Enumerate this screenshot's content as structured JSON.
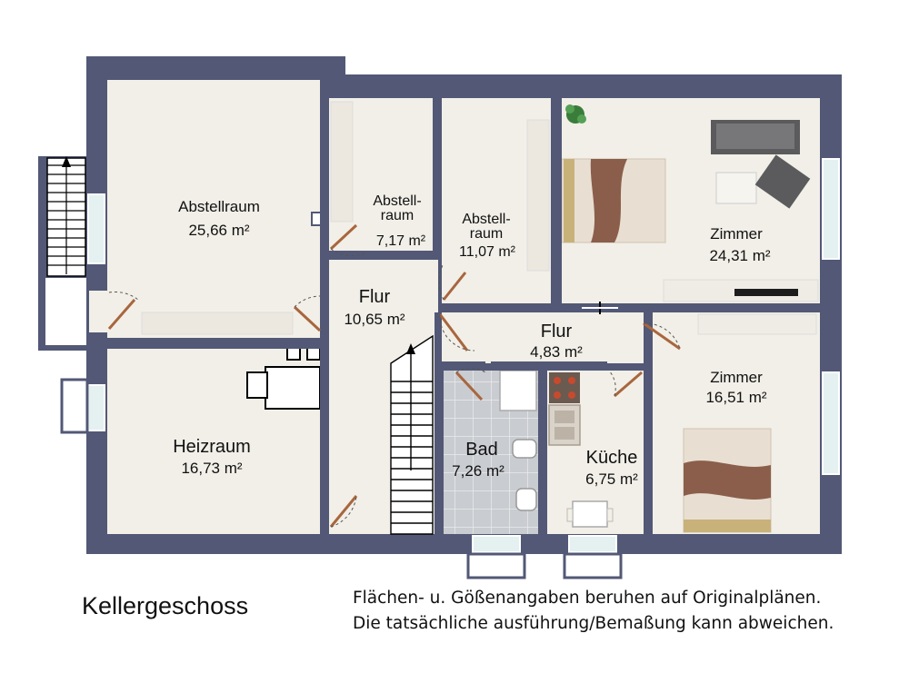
{
  "floor_name": "Kellergeschoss",
  "note": {
    "line1": "Flächen- u. Gößenangaben beruhen auf Originalplänen.",
    "line2": "Die tatsächliche ausführung/Bemaßung kann abweichen."
  },
  "colors": {
    "wall": "#525876",
    "floor": "#f1efe7",
    "bathroom_tiles": "#c9ccd0",
    "window": "#e4f1f0"
  },
  "rooms": {
    "abstellraum_1": {
      "name": "Abstellraum",
      "area": "25,66 m²"
    },
    "abstellraum_2": {
      "name_line1": "Abstell-",
      "name_line2": "raum",
      "area": "7,17 m²"
    },
    "abstellraum_3": {
      "name_line1": "Abstell-",
      "name_line2": "raum",
      "area": "11,07 m²"
    },
    "zimmer_1": {
      "name": "Zimmer",
      "area": "24,31 m²"
    },
    "flur_1": {
      "name": "Flur",
      "area": "10,65 m²"
    },
    "flur_2": {
      "name": "Flur",
      "area": "4,83 m²"
    },
    "zimmer_2": {
      "name": "Zimmer",
      "area": "16,51 m²"
    },
    "heizraum": {
      "name": "Heizraum",
      "area": "16,73 m²"
    },
    "bad": {
      "name": "Bad",
      "area": "7,26 m²"
    },
    "kueche": {
      "name": "Küche",
      "area": "6,75 m²"
    }
  }
}
